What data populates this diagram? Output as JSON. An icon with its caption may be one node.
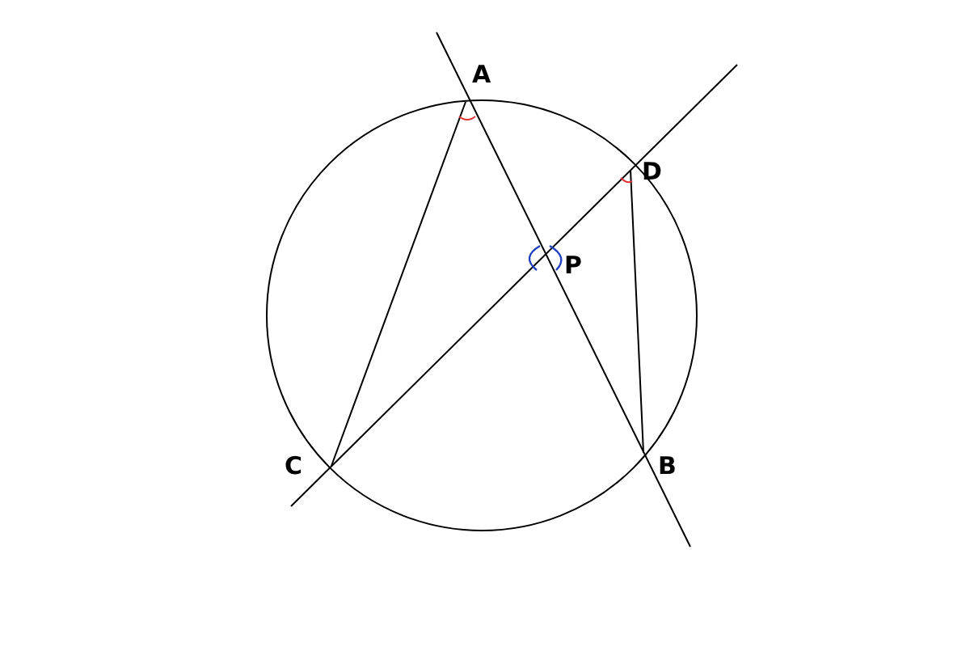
{
  "diagram": {
    "labels": [
      "A",
      "D",
      "P",
      "C",
      "B"
    ]
  }
}
